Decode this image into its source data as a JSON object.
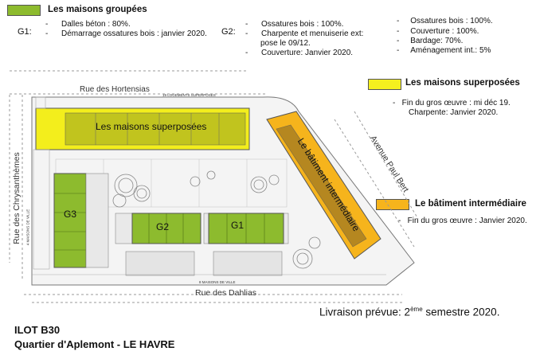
{
  "legend": {
    "groupees": {
      "title": "Les maisons groupées",
      "color": "#8dbb2e"
    },
    "superposees": {
      "title": "Les maisons superposées",
      "color": "#f5f01f",
      "items": [
        "Fin du gros œuvre : mi déc 19.",
        "Charpente: Janvier 2020."
      ]
    },
    "intermediaire": {
      "title": "Le bâtiment intermédiaire",
      "color": "#f6b41c",
      "items": [
        "Fin du gros œuvre : Janvier 2020."
      ]
    }
  },
  "g1": {
    "label": "G1:",
    "items": [
      "Dalles béton : 80%.",
      "Démarrage ossatures bois : janvier 2020."
    ]
  },
  "g2": {
    "label": "G2:",
    "items": [
      "Ossatures bois : 100%.",
      "Charpente et menuiserie ext:",
      "pose le 09/12.",
      "Couverture: Janvier 2020."
    ]
  },
  "g3": {
    "items": [
      "Ossatures bois : 100%.",
      "Couverture : 100%.",
      "Bardage: 70%.",
      "Aménagement int.: 5%"
    ]
  },
  "map": {
    "streets": {
      "hortensias": "Rue des Hortensias",
      "chrysanthemes": "Rue des Chrysanthèmes",
      "dahlias": "Rue des Dahlias",
      "paul_bert": "Avenue Paul Bert"
    },
    "labels": {
      "superposees": "Les maisons superposées",
      "intermediaire": "Le bâtiment intermédiaire",
      "g1": "G1",
      "g2": "G2",
      "g3": "G3"
    },
    "small": {
      "logements_superposes": "19 LOGEMENTS SUPERPOSES",
      "maisons_ville": "8 MAISONS DE VILLE",
      "maisons_ville_side": "4 MAISONS DE VILLE"
    }
  },
  "delivery": {
    "text": "Livraison prévue: 2",
    "sup": "ème",
    "suffix": " semestre 2020."
  },
  "bottom": {
    "line1": "ILOT B30",
    "line2": "Quartier d'Aplemont - LE HAVRE"
  }
}
